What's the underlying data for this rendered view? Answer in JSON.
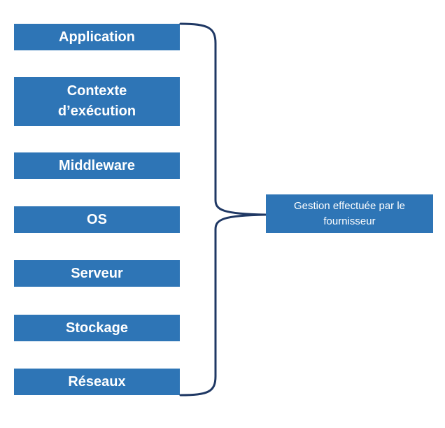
{
  "layers": [
    "Application",
    "Contexte\nd’exécution",
    "Middleware",
    "OS",
    "Serveur",
    "Stockage",
    "Réseaux"
  ],
  "managed_by": "Gestion effectuée par le fournisseur",
  "colors": {
    "box_fill": "#2e75b6",
    "box_text": "#ffffff",
    "brace": "#1f3864"
  }
}
